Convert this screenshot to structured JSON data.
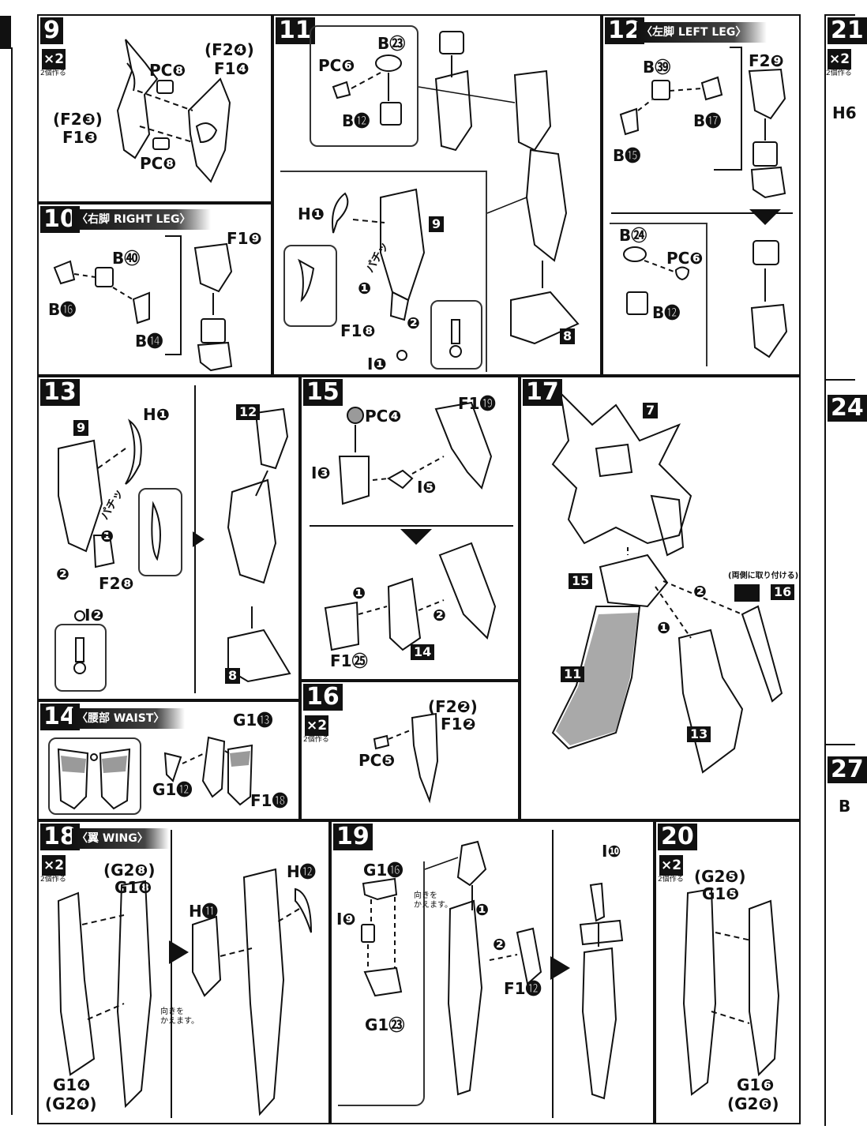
{
  "steps": {
    "s9": {
      "num": "9",
      "x2": "×2",
      "x2_note": "2個作る",
      "labels": {
        "pc8a": "PC❽",
        "f24": "(F2❹)",
        "f14": "F1❹",
        "f23": "(F2❸)",
        "f13": "F1❸",
        "pc8b": "PC❽"
      }
    },
    "s10": {
      "num": "10",
      "title": "〈右脚 RIGHT LEG〉",
      "labels": {
        "b40": "B㊵",
        "b16": "B⓰",
        "b14": "B⓮",
        "f19": "F1❾"
      }
    },
    "s11": {
      "num": "11",
      "labels": {
        "b23": "B㉓",
        "pc6": "PC❻",
        "b12": "B⓬",
        "h1": "H❶",
        "ref9": "9",
        "step1": "❶",
        "step2": "❷",
        "f18": "F1❽",
        "i1": "I❶",
        "ref8": "8",
        "pachi": "パチッ"
      }
    },
    "s12": {
      "num": "12",
      "title": "〈左脚 LEFT LEG〉",
      "labels": {
        "b39": "B㊴",
        "b17": "B⓱",
        "b15": "B⓯",
        "f29": "F2❾",
        "b24": "B㉔",
        "pc6": "PC❻",
        "b12": "B⓬"
      }
    },
    "s13": {
      "num": "13",
      "labels": {
        "ref9": "9",
        "h1": "H❶",
        "pachi": "パチッ",
        "step1": "❶",
        "step2": "❷",
        "f28": "F2❽",
        "i2": "I❷",
        "ref12": "12",
        "ref8": "8"
      }
    },
    "s14": {
      "num": "14",
      "title": "〈腰部 WAIST〉",
      "labels": {
        "g13": "G1⓭",
        "g12": "G1⓬",
        "f18": "F1⓲"
      }
    },
    "s15": {
      "num": "15",
      "labels": {
        "pc4": "PC❹",
        "f19": "F1⓳",
        "i3": "I❸",
        "i5": "I❺",
        "step1": "❶",
        "step2": "❷",
        "f25": "F1㉕",
        "ref14": "14"
      }
    },
    "s16": {
      "num": "16",
      "x2": "×2",
      "x2_note": "2個作る",
      "labels": {
        "f22": "(F2❷)",
        "f12": "F1❷",
        "pc5": "PC❺"
      }
    },
    "s17": {
      "num": "17",
      "labels": {
        "ref7": "7",
        "ref15": "15",
        "ref11": "11",
        "ref13": "13",
        "ref16": "16",
        "step1": "❶",
        "step2": "❷",
        "note": "(両側に取り付ける)"
      }
    },
    "s18": {
      "num": "18",
      "title": "〈翼 WING〉",
      "x2": "×2",
      "x2_note": "2個作る",
      "labels": {
        "g28": "(G2❽)",
        "g18": "G1❽",
        "h11": "H⓫",
        "h12": "H⓬",
        "g14": "G1❹",
        "g24": "(G2❹)",
        "turn": "向きを\nかえます。"
      }
    },
    "s19": {
      "num": "19",
      "labels": {
        "g16": "G1⓰",
        "i9": "I❾",
        "g123": "G1㉓",
        "turn": "向きを\nかえます。",
        "step1": "❶",
        "step2": "❷",
        "f112": "F1⓬",
        "i10": "I❿"
      }
    },
    "s20": {
      "num": "20",
      "x2": "×2",
      "x2_note": "2個作る",
      "labels": {
        "g25": "(G2❺)",
        "g15": "G1❺",
        "g16": "G1❻",
        "g26": "(G2❻)"
      }
    },
    "edge": {
      "n21": "21",
      "x2": "×2",
      "note": "2個作る",
      "h6": "H6",
      "n24": "24",
      "n27": "27",
      "b": "B"
    }
  },
  "colors": {
    "ink": "#111111",
    "shade": "#9a9a9a",
    "paper": "#ffffff"
  }
}
